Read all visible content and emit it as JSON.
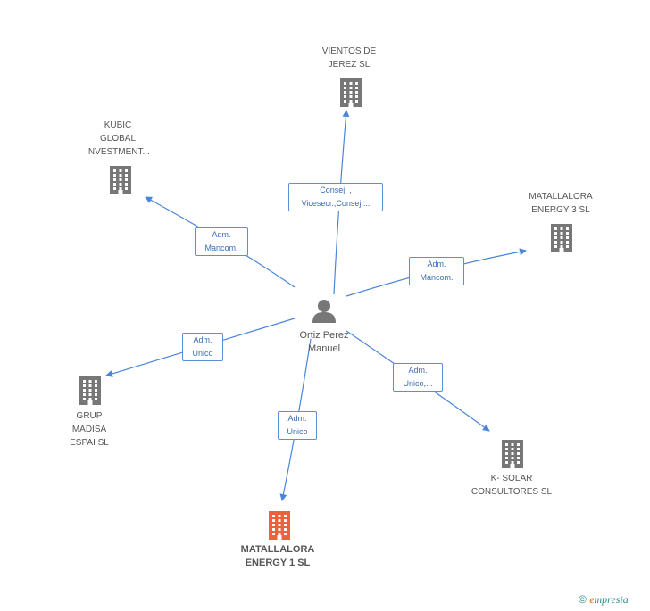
{
  "center": {
    "name": "Ortiz Perez\nManuel"
  },
  "nodes": [
    {
      "id": "vientos",
      "label": "VIENTOS DE\nJEREZ SL",
      "highlight": false
    },
    {
      "id": "kubic",
      "label": "KUBIC\nGLOBAL\nINVESTMENT...",
      "highlight": false
    },
    {
      "id": "matallalora3",
      "label": "MATALLALORA\nENERGY 3 SL",
      "highlight": false
    },
    {
      "id": "grup",
      "label": "GRUP\nMADISA\nESPAI SL",
      "highlight": false
    },
    {
      "id": "ksolar",
      "label": "K- SOLAR\nCONSULTORES SL",
      "highlight": false
    },
    {
      "id": "matallalora1",
      "label": "MATALLALORA\nENERGY 1 SL",
      "highlight": true
    }
  ],
  "edges": [
    {
      "to": "vientos",
      "label": "Consej. ,\nVicesecr.,Consej...."
    },
    {
      "to": "kubic",
      "label": "Adm.\nMancom."
    },
    {
      "to": "matallalora3",
      "label": "Adm.\nMancom."
    },
    {
      "to": "grup",
      "label": "Adm.\nUnico"
    },
    {
      "to": "ksolar",
      "label": "Adm.\nUnico,..."
    },
    {
      "to": "matallalora1",
      "label": "Adm.\nUnico"
    }
  ],
  "colors": {
    "edge": "#4a86d8",
    "building": "#777777",
    "highlight": "#f0603a",
    "person": "#777777"
  },
  "icons": {
    "company": "building-icon",
    "person": "person-icon"
  },
  "footer": {
    "copyright": "©",
    "brand_e": "e",
    "brand_rest": "mpresia"
  }
}
